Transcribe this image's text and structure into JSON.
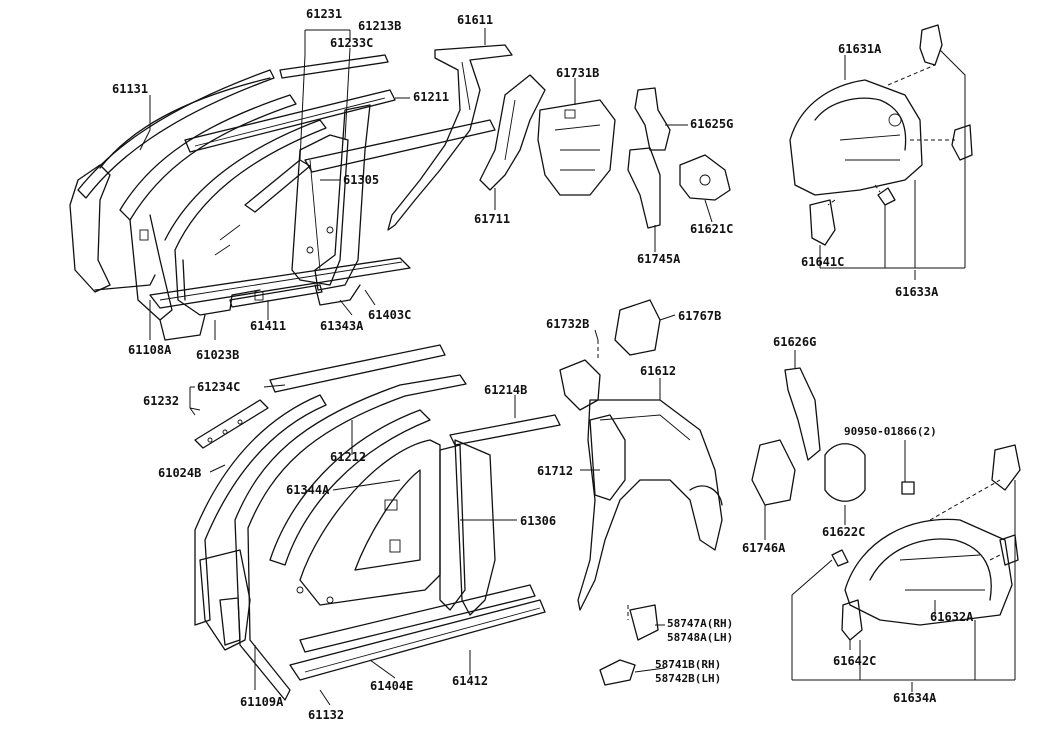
{
  "diagram": {
    "title": "",
    "labels": {
      "p61131": "61131",
      "p61231": "61231",
      "p61213B": "61213B",
      "p61233C": "61233C",
      "p61611": "61611",
      "p61731B": "61731B",
      "p61211": "61211",
      "p61625G": "61625G",
      "p61631A": "61631A",
      "p61305": "61305",
      "p61711": "61711",
      "p61621C": "61621C",
      "p61745A": "61745A",
      "p61641C": "61641C",
      "p61633A": "61633A",
      "p61411": "61411",
      "p61343A": "61343A",
      "p61403C": "61403C",
      "p61108A": "61108A",
      "p61023B": "61023B",
      "p61732B": "61732B",
      "p61767B": "61767B",
      "p61626G": "61626G",
      "p61612": "61612",
      "p61234C": "61234C",
      "p61232": "61232",
      "p61214B": "61214B",
      "p90950": "90950-01866(2)",
      "p61212": "61212",
      "p61024B": "61024B",
      "p61712": "61712",
      "p61344A": "61344A",
      "p61306": "61306",
      "p61622C": "61622C",
      "p61746A": "61746A",
      "p58747A": "58747A(RH)",
      "p58748A": "58748A(LH)",
      "p61632A": "61632A",
      "p58741B": "58741B(RH)",
      "p58742B": "58742B(LH)",
      "p61642C": "61642C",
      "p61109A": "61109A",
      "p61404E": "61404E",
      "p61412": "61412",
      "p61132": "61132",
      "p61634A": "61634A"
    }
  }
}
